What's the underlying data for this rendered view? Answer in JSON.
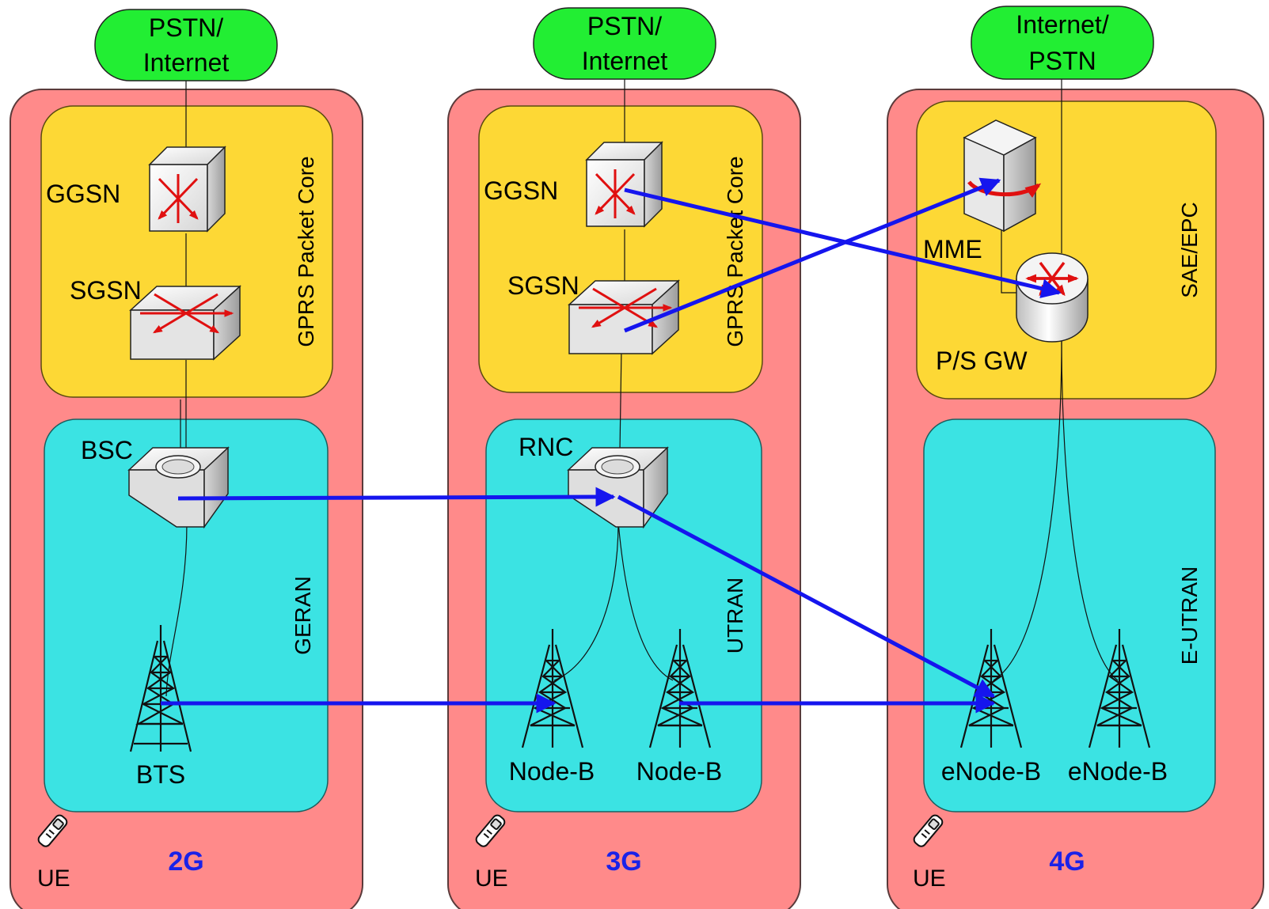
{
  "colors": {
    "outer": "#ff8a8a",
    "outer_stroke": "#5a3a3a",
    "core": "#fdd835",
    "ran": "#3be3e3",
    "internet": "#22ee33",
    "arrow": "#1515ee",
    "generation_text": "#1a22e8"
  },
  "columns": [
    {
      "generation": "2G",
      "cloud": {
        "line1": "PSTN/",
        "line2": "Internet"
      },
      "core_label": "GPRS Packet Core",
      "ran_label": "GERAN",
      "ue_label": "UE",
      "nodes": {
        "gateway": {
          "label": "GGSN",
          "icon": "switch-icon"
        },
        "serving": {
          "label": "SGSN",
          "icon": "switch-icon"
        },
        "controller": {
          "label": "BSC",
          "icon": "controller-icon"
        },
        "towers": [
          {
            "label": "BTS"
          }
        ]
      }
    },
    {
      "generation": "3G",
      "cloud": {
        "line1": "PSTN/",
        "line2": "Internet"
      },
      "core_label": "GPRS Packet Core",
      "ran_label": "UTRAN",
      "ue_label": "UE",
      "nodes": {
        "gateway": {
          "label": "GGSN",
          "icon": "switch-icon"
        },
        "serving": {
          "label": "SGSN",
          "icon": "switch-icon"
        },
        "controller": {
          "label": "RNC",
          "icon": "controller-icon"
        },
        "towers": [
          {
            "label": "Node-B"
          },
          {
            "label": "Node-B"
          }
        ]
      }
    },
    {
      "generation": "4G",
      "cloud": {
        "line1": "Internet/",
        "line2": "PSTN"
      },
      "core_label": "SAE/EPC",
      "ran_label": "E-UTRAN",
      "ue_label": "UE",
      "nodes": {
        "mme": {
          "label": "MME",
          "icon": "server-icon"
        },
        "gateway": {
          "label": "P/S GW",
          "icon": "router-icon"
        },
        "towers": [
          {
            "label": "eNode-B"
          },
          {
            "label": "eNode-B"
          }
        ]
      }
    }
  ],
  "migrations": [
    {
      "from": "3G GGSN",
      "to": "4G P/S GW"
    },
    {
      "from": "3G SGSN",
      "to": "4G MME"
    },
    {
      "from": "2G BSC",
      "to": "3G RNC"
    },
    {
      "from": "3G RNC",
      "to": "4G eNode-B"
    },
    {
      "from": "2G BTS",
      "to": "3G Node-B"
    },
    {
      "from": "3G Node-B",
      "to": "4G eNode-B"
    }
  ]
}
